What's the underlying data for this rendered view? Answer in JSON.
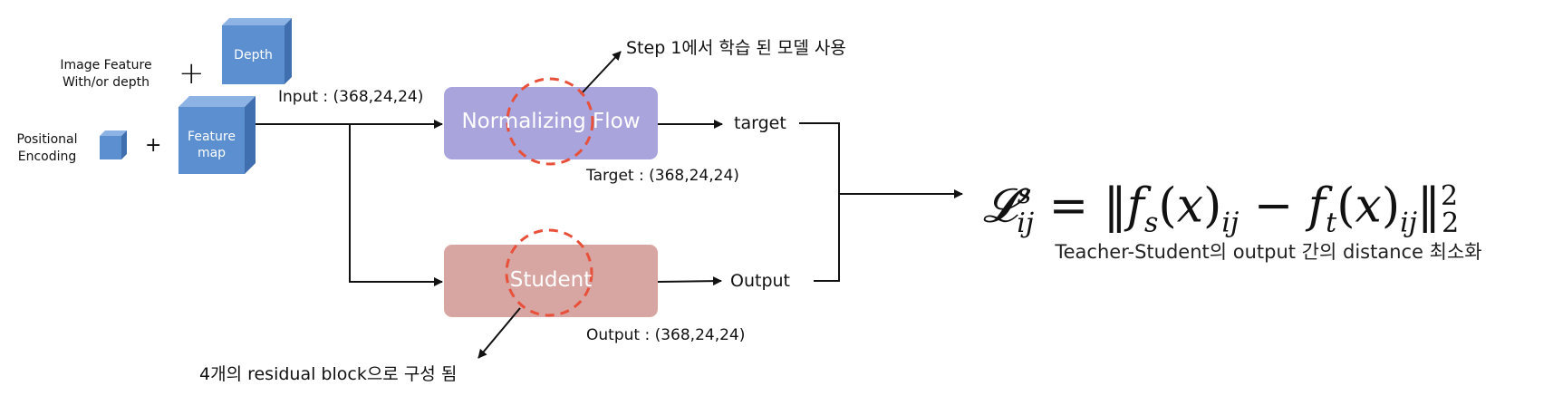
{
  "inputs": {
    "image_feature_label": "Image Feature\nWith/or depth",
    "depth_label": "Depth",
    "positional_encoding_label": "Positional\nEncoding",
    "feature_map_label": "Feature\nmap",
    "plus_big": "+",
    "plus_small": "+",
    "input_shape": "Input : (368,24,24)"
  },
  "normalizing_flow": {
    "label": "Normalizing Flow",
    "annotation": "Step 1에서 학습 된 모델 사용",
    "output_label": "target",
    "shape": "Target : (368,24,24)"
  },
  "student": {
    "label": "Student",
    "annotation": "4개의 residual block으로 구성 됨",
    "output_label": "Output",
    "shape": "Output : (368,24,24)"
  },
  "loss": {
    "caption": "Teacher-Student의 output 간의 distance 최소화"
  },
  "colors": {
    "cube_blue": "#5b8fd0",
    "normalizing_flow_fill": "#a9a4dc",
    "student_fill": "#d8a6a2",
    "highlight_circle": "#e8503a",
    "arrow": "#111111"
  }
}
